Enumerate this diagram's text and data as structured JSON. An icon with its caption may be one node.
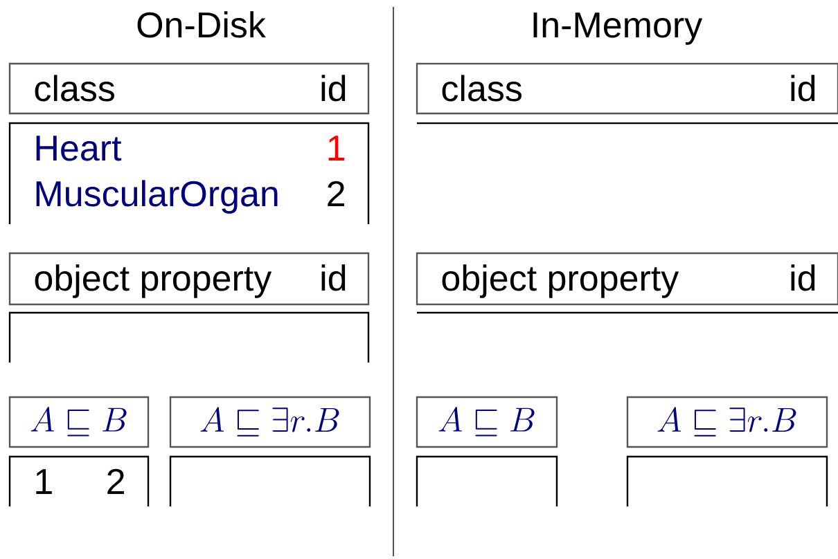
{
  "diagram": {
    "nodes": [
      {
        "text": [
          "class",
          "id"
        ]
      },
      {
        "text": [
          "Heart",
          "1",
          "MuscularOrgan",
          "2"
        ]
      },
      {
        "text": [
          "object property",
          "id"
        ]
      },
      {
        "text": [],
        "shape": "box"
      },
      {
        "text": [
          "A \\sqsubseteq B"
        ]
      },
      {
        "text": [
          "1",
          "2"
        ]
      },
      {
        "text": [
          "A \\sqsubseteq \\exists r . B"
        ]
      },
      {
        "text": [],
        "shape": "box"
      },
      {
        "text": [
          "class",
          "id"
        ]
      },
      {
        "text": [
          "object property",
          "id"
        ]
      },
      {
        "text": [
          "A \\sqsubseteq B"
        ]
      },
      {
        "text": [],
        "shape": "box"
      },
      {
        "text": [
          "A \\sqsubseteq \\exists r . B"
        ]
      },
      {
        "text": [],
        "shape": "box"
      }
    ],
    "labels": [
      "On-Disk",
      "In-Memory"
    ]
  }
}
